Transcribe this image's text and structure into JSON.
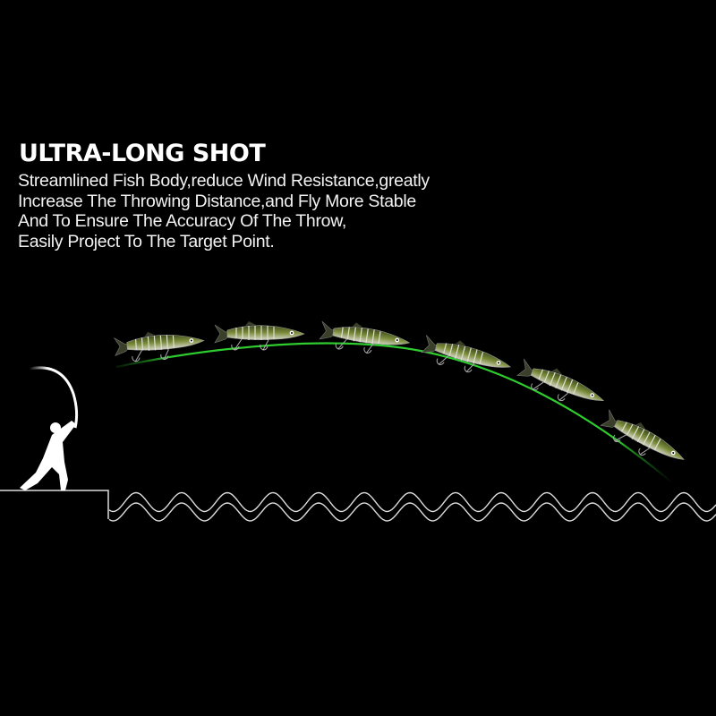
{
  "heading": "ULTRA-LONG SHOT",
  "description": [
    "Streamlined Fish Body,reduce Wind Resistance,greatly",
    "Increase The Throwing Distance,and Fly More Stable",
    "And To Ensure The Accuracy Of The Throw,",
    "Easily Project To The Target Point."
  ],
  "colors": {
    "background": "#000000",
    "line": "#2ecc2e",
    "lure_body": "#5a6b2a"
  }
}
